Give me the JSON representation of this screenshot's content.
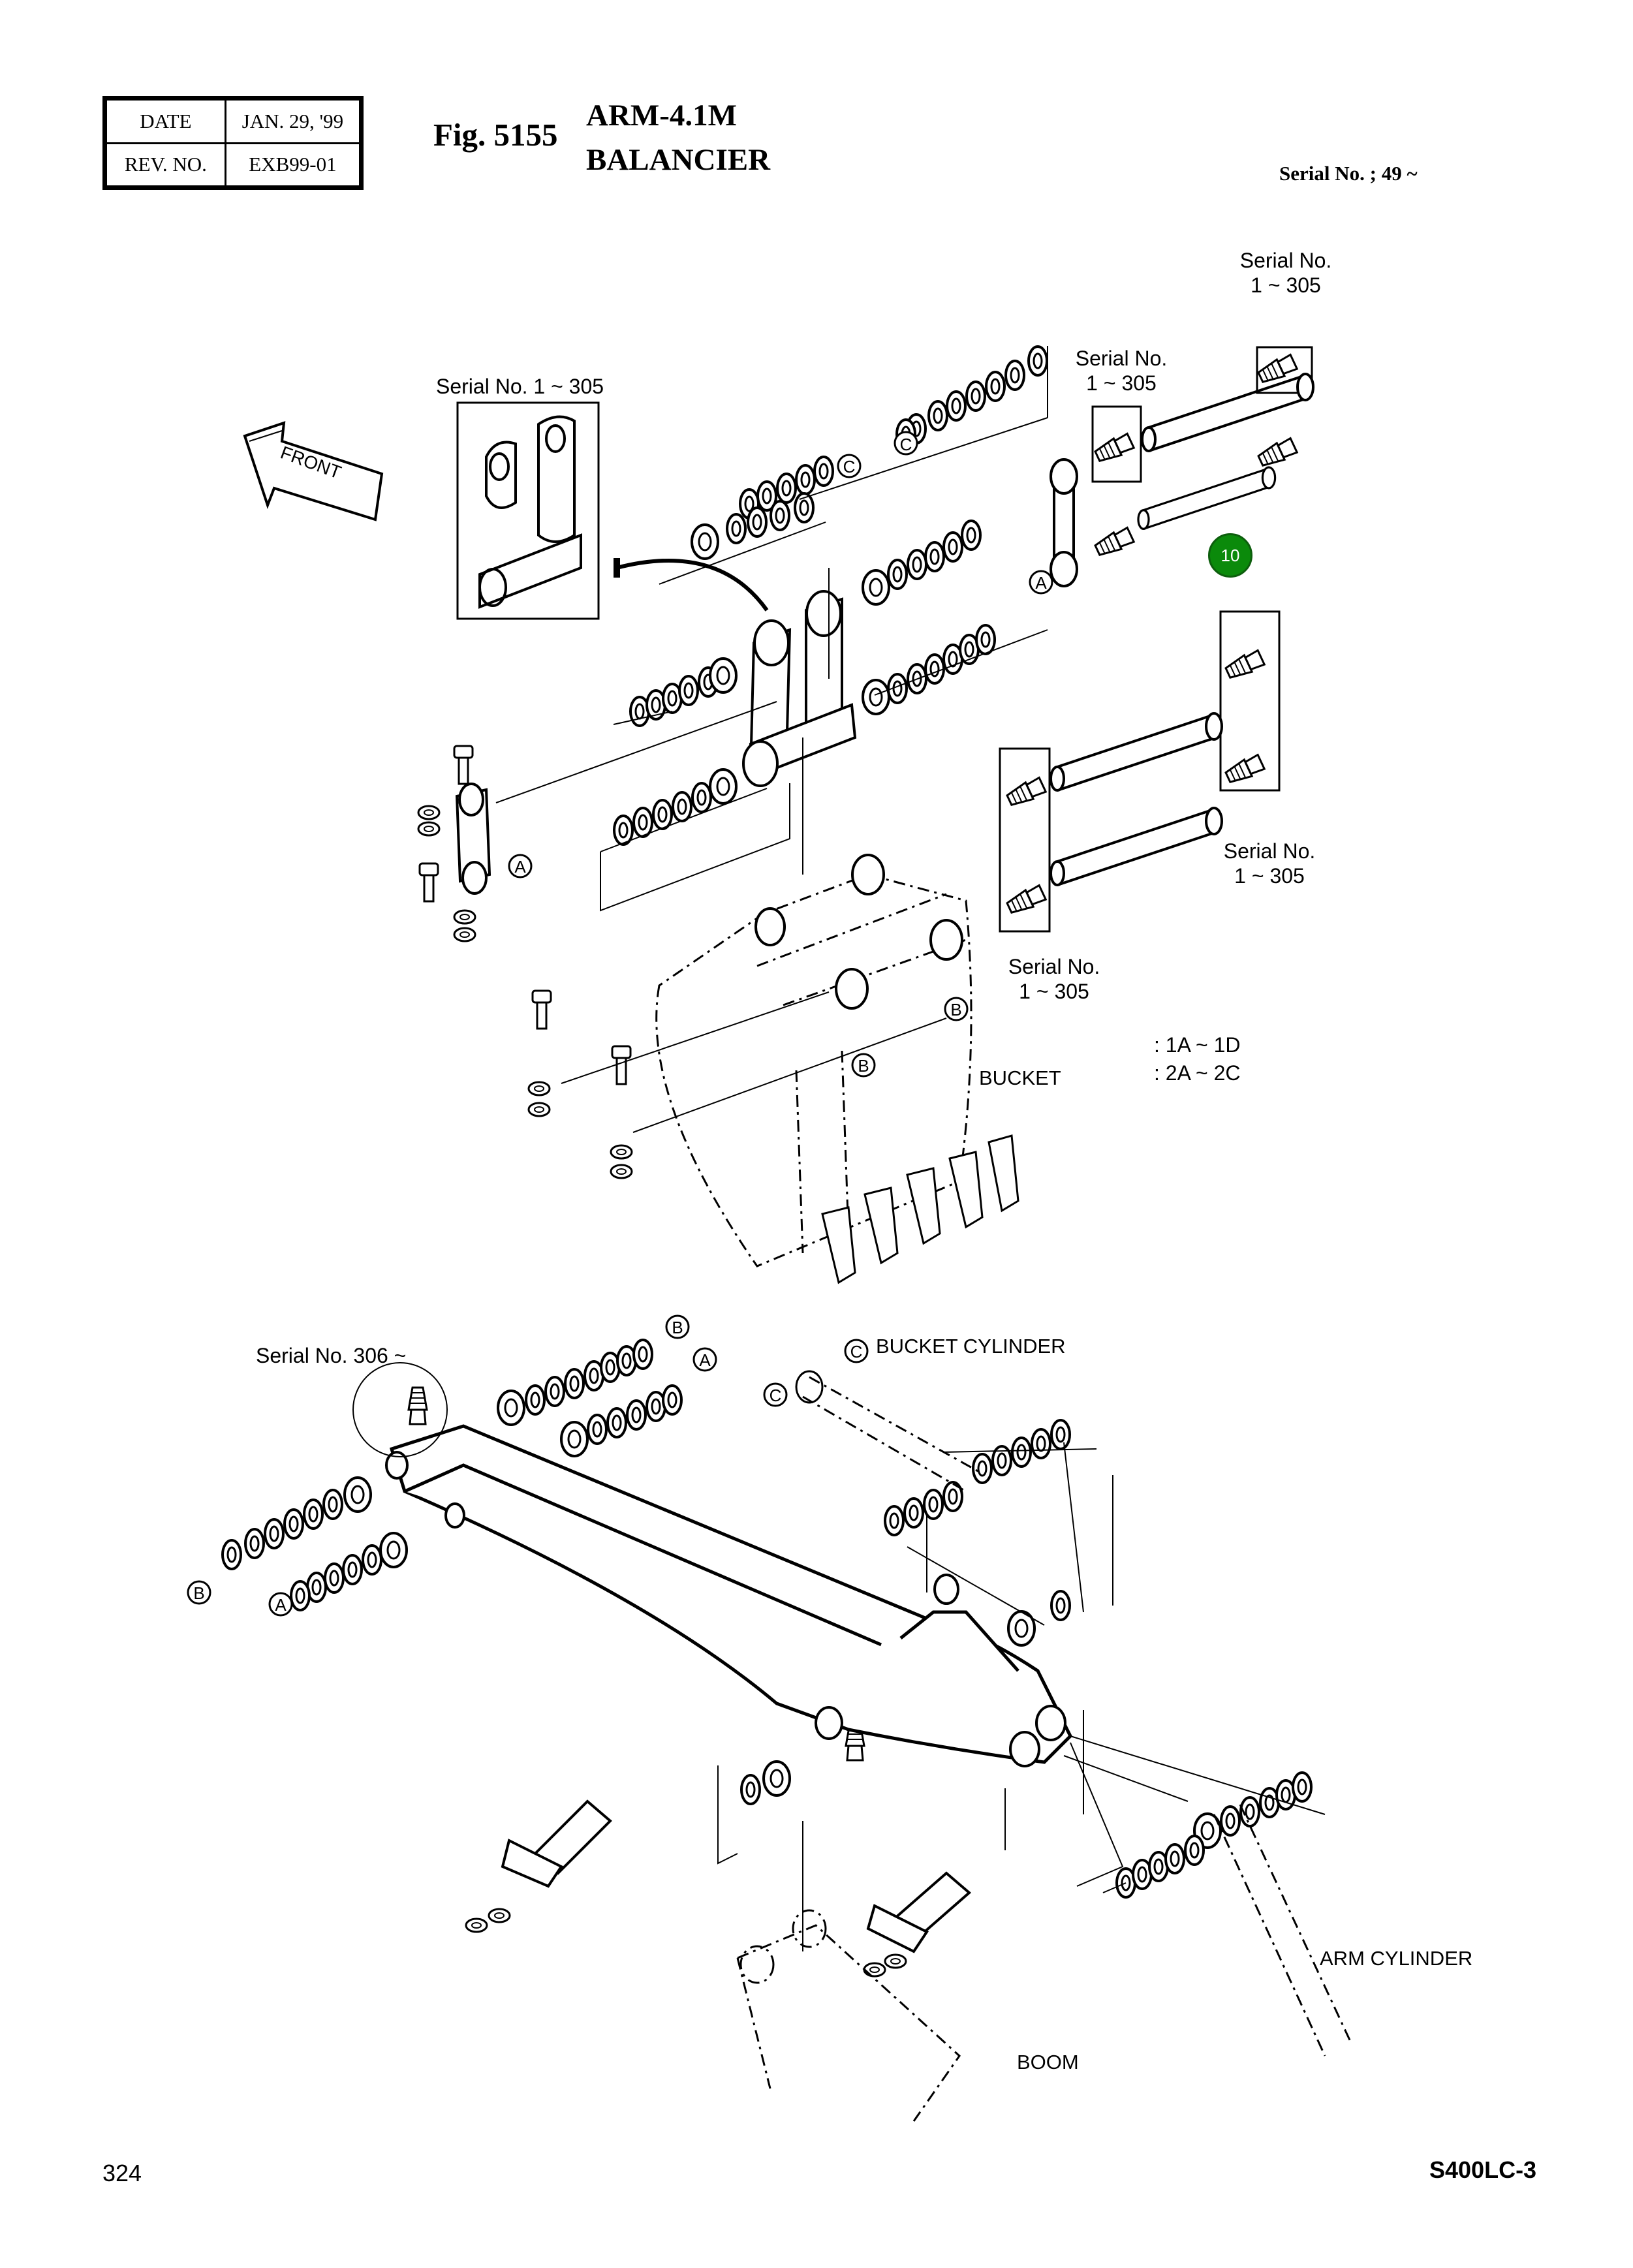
{
  "header": {
    "date_label": "DATE",
    "date_value": "JAN. 29, '99",
    "rev_label": "REV. NO.",
    "rev_value": "EXB99-01",
    "figure_number": "Fig. 5155",
    "title_en": "ARM-4.1M",
    "title_fr": "BALANCIER",
    "serial_applicability": "Serial No. ; 49 ~"
  },
  "labels": {
    "front": "FRONT",
    "serial_box_1": "Serial No. 1 ~ 305",
    "serial_pin_top_1": "Serial No.",
    "serial_pin_top_2": "1 ~ 305",
    "serial_link_1": "Serial No.",
    "serial_link_2": "1 ~ 305",
    "serial_right_1": "Serial No.",
    "serial_right_2": "1 ~ 305",
    "serial_mid_1": "Serial No.",
    "serial_mid_2": "1 ~ 305",
    "serial_306": "Serial No. 306 ~",
    "range_1": ": 1A ~ 1D",
    "range_2": ": 2A ~ 2C",
    "bucket": "BUCKET",
    "bucket_cylinder": "BUCKET CYLINDER",
    "arm_cylinder": "ARM CYLINDER",
    "boom": "BOOM"
  },
  "callout_letters": {
    "a": "A",
    "b": "B",
    "c": "C"
  },
  "callout": {
    "number": "10",
    "fill_color": "#0b8a0b"
  },
  "footer": {
    "page_number": "324",
    "model": "S400LC-3"
  }
}
